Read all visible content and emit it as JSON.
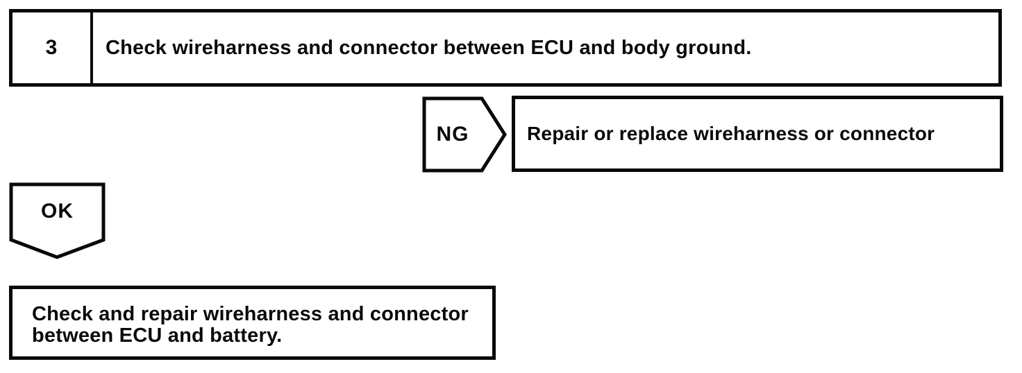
{
  "flowchart": {
    "step": {
      "number": "3",
      "instruction": "Check wireharness and connector between ECU and body ground."
    },
    "ng_branch": {
      "connector_label": "NG",
      "action": "Repair or replace wireharness or connector"
    },
    "ok_branch": {
      "connector_label": "OK",
      "action_lines": [
        "Check and repair wireharness and connector",
        "between ECU and battery."
      ]
    },
    "colors": {
      "line": "#0a0a0a",
      "background": "#ffffff"
    }
  }
}
